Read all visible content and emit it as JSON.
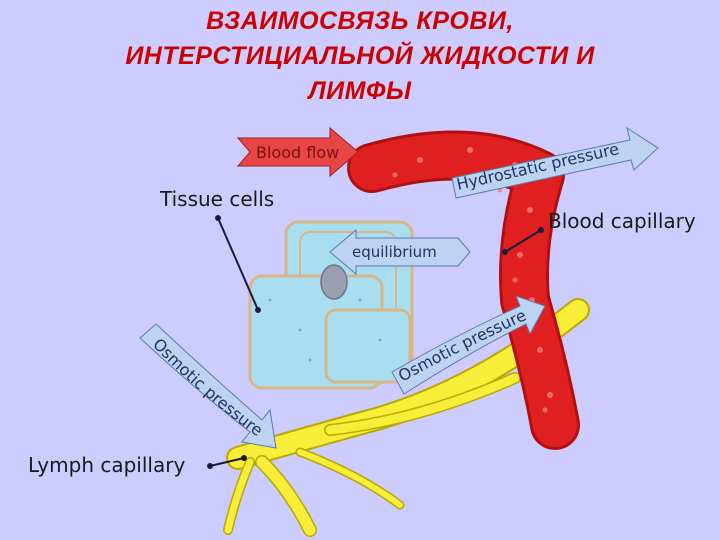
{
  "title": {
    "line1": "ВЗАИМОСВЯЗЬ КРОВИ,",
    "line2": "ИНТЕРСТИЦИАЛЬНОЙ ЖИДКОСТИ И",
    "line3": "ЛИМФЫ"
  },
  "labels": {
    "blood_flow": "Blood flow",
    "hydrostatic_pressure": "Hydrostatic pressure",
    "tissue_cells": "Tissue cells",
    "blood_capillary": "Blood capillary",
    "equilibrium": "equilibrium",
    "osmotic_pressure_right": "Osmotic pressure",
    "osmotic_pressure_left": "Osmotic pressure",
    "lymph_capillary": "Lymph capillary"
  },
  "colors": {
    "background": "#ccccff",
    "title": "#cc0000",
    "blood": "#e02020",
    "lymph": "#f7ee3a",
    "cells": "#a8def0",
    "arrow_red": "#e84545",
    "arrow_blue": "#bcd3f2"
  }
}
